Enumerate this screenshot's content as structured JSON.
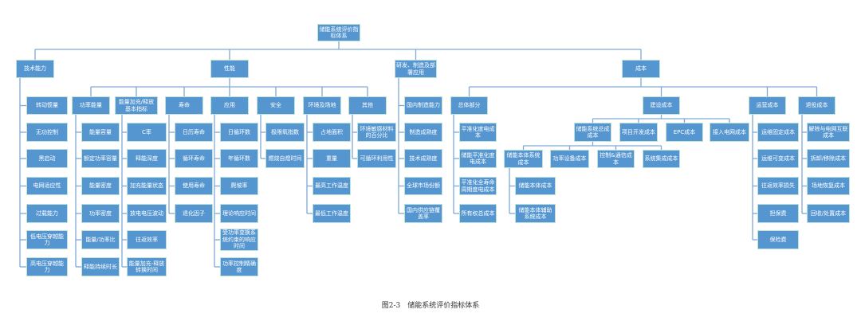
{
  "nodes": {
    "root": "储能系统评价指标体系",
    "tech": "技术能力",
    "perf": "性能",
    "rd": "研发、制造及部署应用",
    "cost": "成本",
    "t1": "转动惯量",
    "t2": "无功控制",
    "t3": "黑启动",
    "t4": "电网适应性",
    "t5": "过载能力",
    "t6": "低电压穿越能力",
    "t7": "高电压穿越能力",
    "pe": "功率能量",
    "pe1": "能量容量",
    "pe2": "额定功率容量",
    "pe3": "能量密度",
    "pe4": "功率密度",
    "pe5": "能量/功率比",
    "pe6": "释能持续时长",
    "eb": "能量加充/释放基本指标",
    "eb1": "C率",
    "eb2": "释能深度",
    "eb3": "加充能量状态",
    "eb4": "放电电压波动",
    "eb5": "往返效率",
    "eb6": "能量加充-释放转换时间",
    "life": "寿命",
    "l1": "日历寿命",
    "l2": "循环寿命",
    "l3": "使用寿命",
    "l4": "退化因子",
    "app": "应用",
    "a1": "日循环数",
    "a2": "年循环数",
    "a3": "爬坡率",
    "a4": "理论响应时间",
    "a5": "受功率变换系统约束的响应时间",
    "a6": "功率控制精确度",
    "safe": "安全",
    "s1": "极限氧指数",
    "s2": "燃烧自熄时间",
    "env": "环境及场地",
    "e1": "占地面积",
    "e2": "重量",
    "e3": "最高工作温度",
    "e4": "最低工作温度",
    "oth": "其他",
    "o1": "环境敏感材料的百分比",
    "o2": "可循环利用性",
    "r1": "国内制造能力",
    "r2": "制造成熟度",
    "r3": "技术成熟度",
    "r4": "全球市场份额",
    "r5": "国内供应链覆盖率",
    "gen": "总体部分",
    "g1": "平准化度电成本",
    "g2": "储能平准化度电成本",
    "g3": "平准化全寿命周期度电成本",
    "g4": "所有权总成本",
    "build": "建设成本",
    "b1": "储能系统总成成本",
    "b2": "项目开发成本",
    "b3": "EPC成本",
    "b4": "接入电网成本",
    "bs1": "储能本体系统成本",
    "bs2": "功率设备成本",
    "bs3": "控制&通信成本",
    "bs4": "系统集成成本",
    "bb1": "储能本体成本",
    "bb2": "储能本体辅助系统成本",
    "op": "运营成本",
    "op1": "运维固定成本",
    "op2": "运维可变成本",
    "op3": "往返效率损失",
    "op4": "担保费",
    "op5": "保险费",
    "ret": "退役成本",
    "re1": "解除与电网互联成本",
    "re2": "拆卸/移除成本",
    "re3": "场地恢复成本",
    "re4": "回收/处置成本"
  },
  "caption": "图2-3　储能系统评价指标体系",
  "colors": {
    "box": "#5596d0",
    "border": "#bfe3d6",
    "line": "#7fa9d6"
  }
}
